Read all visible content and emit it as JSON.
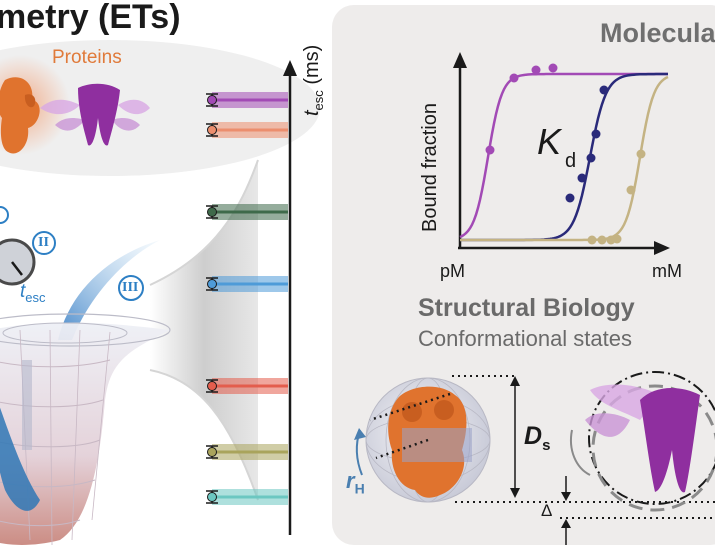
{
  "header": {
    "title": "metry (ETs)"
  },
  "proteins_label": "Proteins",
  "molecular_label": "Molecula",
  "structural_biology": {
    "title": "Structural Biology",
    "subtitle": "Conformational states"
  },
  "binding_curve": {
    "y_label": "Bound fraction",
    "x_min_label": "pM",
    "x_max_label": "mM",
    "kd_label": "K",
    "kd_sub": "d"
  },
  "escape_axis": {
    "label_main": "t",
    "label_sub": "esc",
    "label_unit": " (ms)"
  },
  "escape_time_label": {
    "main": "t",
    "sub": "esc"
  },
  "stage_labels": [
    "II",
    "III"
  ],
  "size_labels": {
    "ds_main": "D",
    "ds_sub": "s",
    "rh_main": "r",
    "rh_sub": "H",
    "delta": "Δ"
  },
  "colors": {
    "purple": "#a24ab5",
    "salmon": "#ec8e6e",
    "dark_green": "#3e6a4a",
    "blue": "#4e9bd8",
    "red": "#e35d4d",
    "olive": "#a9a45c",
    "teal": "#6cc7c1",
    "navy": "#2a2a7a",
    "khaki": "#c4b383",
    "orange": "#e0732e",
    "panel": "#eeeceb"
  },
  "escape_bars": [
    {
      "color": "purple"
    },
    {
      "color": "salmon"
    },
    {
      "color": "dark_green"
    },
    {
      "color": "blue"
    },
    {
      "color": "red"
    },
    {
      "color": "olive"
    },
    {
      "color": "teal"
    }
  ]
}
